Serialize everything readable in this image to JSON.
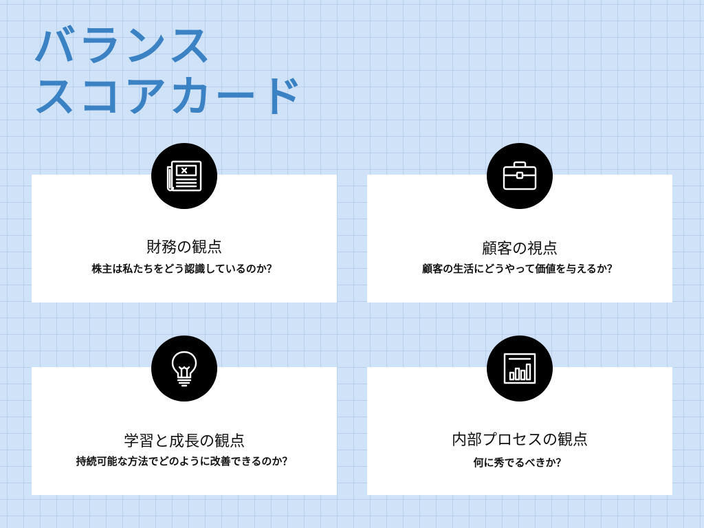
{
  "title": {
    "line1": "バランス",
    "line2": "スコアカード"
  },
  "cards": [
    {
      "heading": "財務の観点",
      "question": "株主は私たちをどう認識しているのか？",
      "icon": "newspaper-icon"
    },
    {
      "heading": "顧客の視点",
      "question": "顧客の生活にどうやって価値を与えるか？",
      "icon": "briefcase-icon"
    },
    {
      "heading": "学習と成長の観点",
      "question": "持続可能な方法でどのように改善できるのか？",
      "icon": "lightbulb-icon"
    },
    {
      "heading": "内部プロセスの観点",
      "question": "何に秀でるべきか？",
      "icon": "bar-chart-icon"
    }
  ],
  "colors": {
    "background": "#cfe2f8",
    "grid": "#b8d0ee",
    "title": "#3b82c4",
    "card": "#ffffff",
    "icon_circle": "#000000",
    "icon_stroke": "#ffffff"
  }
}
